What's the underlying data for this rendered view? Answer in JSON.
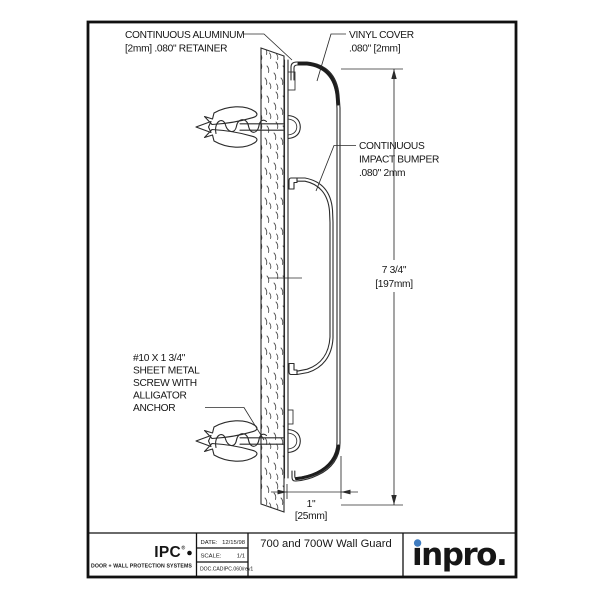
{
  "annotations": {
    "retainer": {
      "line1": "CONTINUOUS ALUMINUM",
      "line2": "[2mm] .080\" RETAINER"
    },
    "vinyl_cover": {
      "line1": "VINYL COVER",
      "line2": ".080\" [2mm]"
    },
    "impact_bumper": {
      "line1": "CONTINUOUS",
      "line2": "IMPACT BUMPER",
      "line3": ".080\" 2mm"
    },
    "screw_anchor": {
      "line1": "#10 X 1 3/4\"",
      "line2": "SHEET METAL",
      "line3": "SCREW WITH",
      "line4": "ALLIGATOR",
      "line5": "ANCHOR"
    }
  },
  "dimensions": {
    "height": {
      "imperial": "7 3/4\"",
      "metric": "[197mm]"
    },
    "depth": {
      "imperial": "1\"",
      "metric": "[25mm]"
    }
  },
  "title_block": {
    "brand": "IPC",
    "brand_reg": "®",
    "tagline": "DOOR + WALL PROTECTION SYSTEMS",
    "date_label": "DATE:",
    "date_value": "12/15/98",
    "scale_label": "SCALE:",
    "scale_value": "1/1",
    "doc_number": "DOC.CADIPC.060/rev1",
    "drawing_title": "700 and 700W Wall Guard",
    "inpro_logo": {
      "text": "inpro.",
      "display": "ınpro.",
      "dot_color": "#3f7cc0",
      "text_color": "#39393b"
    }
  },
  "colors": {
    "line": "#2b2b2b",
    "background": "#ffffff"
  }
}
